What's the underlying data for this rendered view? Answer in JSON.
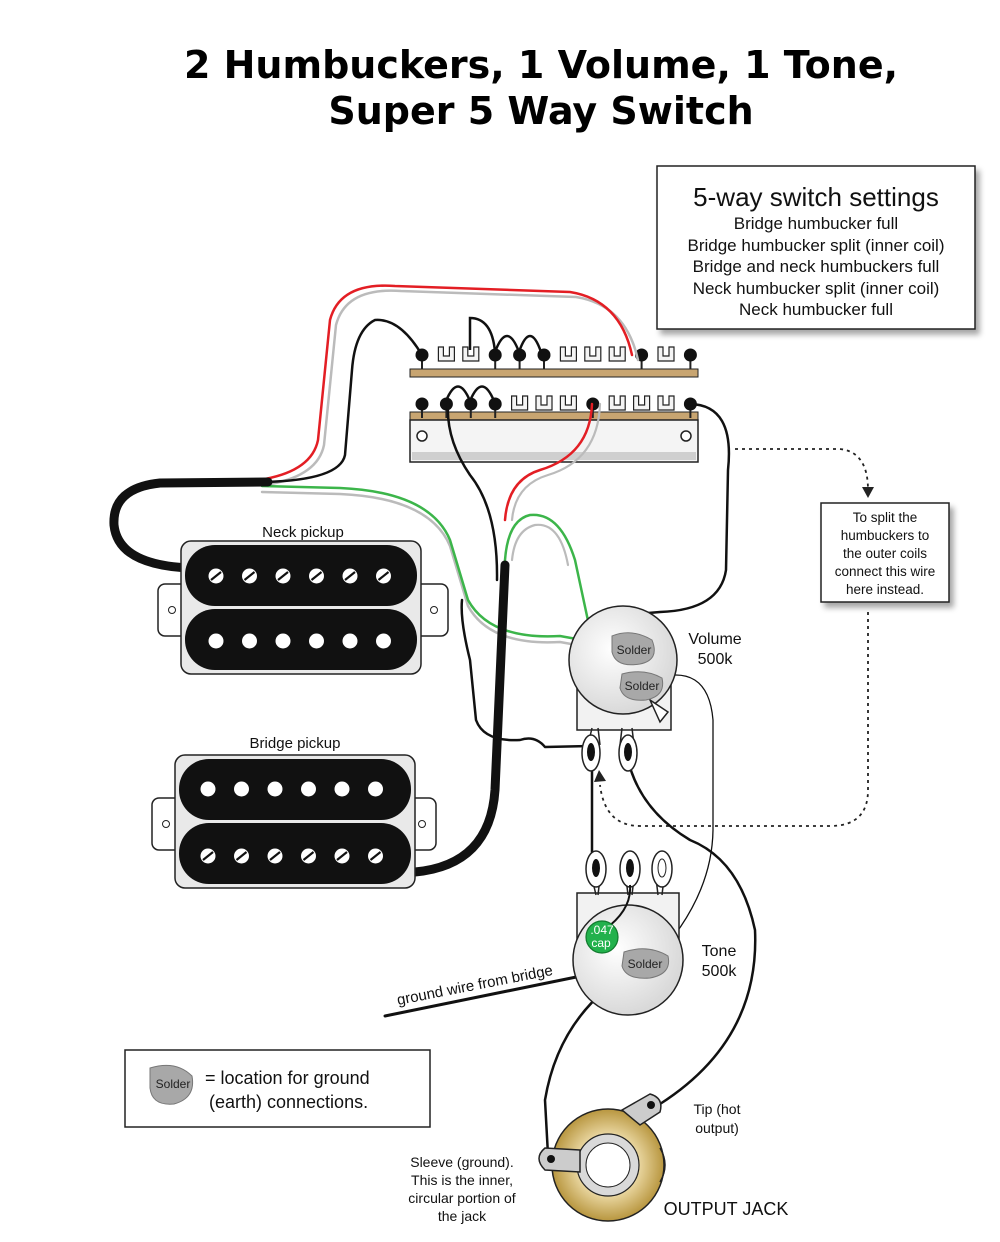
{
  "title": {
    "line1": "2 Humbuckers, 1 Volume, 1 Tone,",
    "line2": "Super 5 Way Switch"
  },
  "settings_box": {
    "heading": "5-way switch settings",
    "items": [
      "Bridge humbucker full",
      "Bridge humbucker split (inner coil)",
      "Bridge and neck humbuckers full",
      "Neck humbucker split (inner coil)",
      "Neck humbucker full"
    ]
  },
  "split_note": {
    "lines": [
      "To split the",
      "humbuckers to",
      "the outer coils",
      "connect this wire",
      "here instead."
    ]
  },
  "neck_pickup_label": "Neck pickup",
  "bridge_pickup_label": "Bridge pickup",
  "volume": {
    "name": "Volume",
    "value": "500k"
  },
  "tone": {
    "name": "Tone",
    "value": "500k"
  },
  "solder_label": "Solder",
  "cap": {
    "value": ".047",
    "label": "cap"
  },
  "ground_wire_label": "ground wire from bridge",
  "legend": {
    "solder": "Solder",
    "line1": "= location for ground",
    "line2": "(earth) connections."
  },
  "jack": {
    "label": "OUTPUT JACK",
    "tip_line1": "Tip (hot",
    "tip_line2": "output)",
    "sleeve_lines": [
      "Sleeve (ground).",
      "This is the inner,",
      "circular portion of",
      "the jack"
    ]
  },
  "colors": {
    "red_wire": "#e31e24",
    "green_wire": "#3cb54a",
    "cap_green": "#22b14c",
    "switch_bar": "#c8a571"
  }
}
